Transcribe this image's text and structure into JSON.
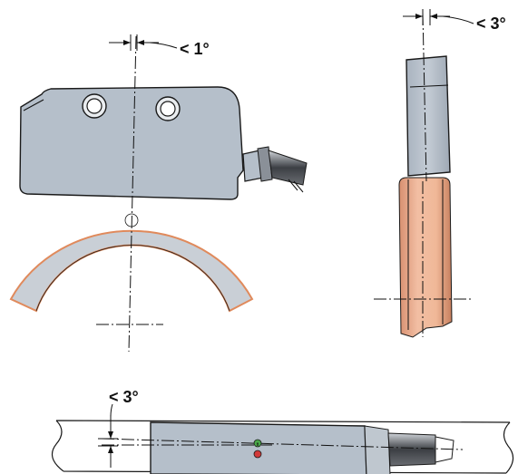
{
  "labels": {
    "side_view_angle": "< 1°",
    "front_view_angle": "< 3°",
    "top_view_angle": "< 3°"
  },
  "colors": {
    "sensor_body": "#b5bfca",
    "wheel_face": "#c9cfd6",
    "wheel_rim": "#e08a5c",
    "copper_wheel": "#e8a888",
    "led_green": "#4aa84a",
    "led_red": "#d23a3a"
  },
  "icons": [
    "mounting-hole-icon",
    "cable-connector-icon",
    "dimension-arrow-icon",
    "led-indicator-icon"
  ]
}
